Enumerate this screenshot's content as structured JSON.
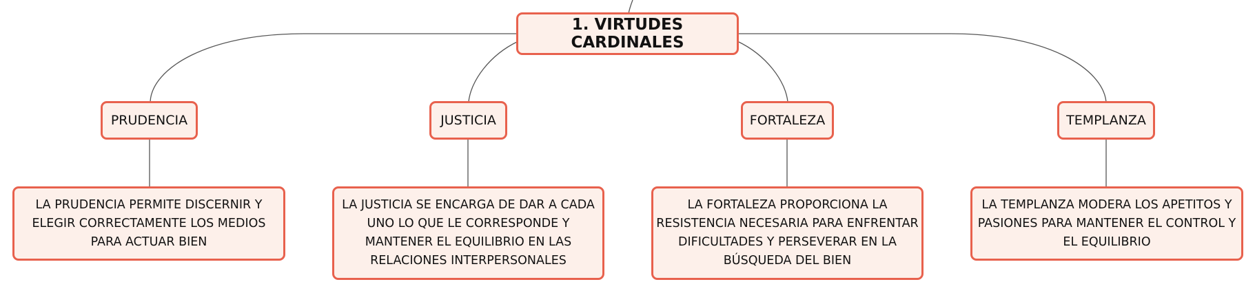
{
  "root": {
    "label": "1. VIRTUDES CARDINALES"
  },
  "virtues": [
    {
      "label": "PRUDENCIA",
      "description": "LA PRUDENCIA PERMITE DISCERNIR Y ELEGIR CORRECTAMENTE LOS MEDIOS PARA ACTUAR BIEN"
    },
    {
      "label": "JUSTICIA",
      "description": "LA JUSTICIA SE ENCARGA DE DAR A CADA UNO LO QUE LE CORRESPONDE Y MANTENER EL EQUILIBRIO EN LAS RELACIONES INTERPERSONALES"
    },
    {
      "label": "FORTALEZA",
      "description": "LA FORTALEZA PROPORCIONA LA RESISTENCIA NECESARIA PARA ENFRENTAR DIFICULTADES Y PERSEVERAR EN LA BÚSQUEDA DEL BIEN"
    },
    {
      "label": "TEMPLANZA",
      "description": "LA TEMPLANZA MODERA LOS APETITOS Y PASIONES PARA MANTENER EL CONTROL Y EL EQUILIBRIO"
    }
  ],
  "colors": {
    "node_border": "#e8614d",
    "node_fill": "#fdf0ea",
    "connector": "#555555"
  }
}
